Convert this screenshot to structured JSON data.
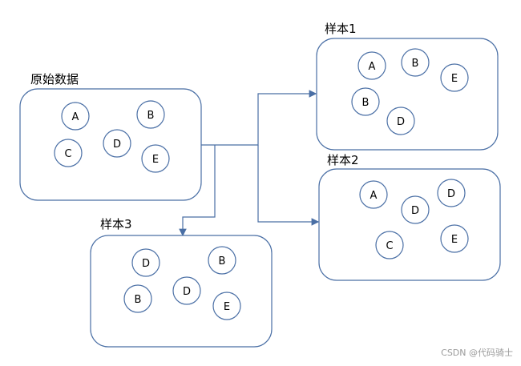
{
  "groups": {
    "original": {
      "label": "原始数据",
      "nodes": [
        "A",
        "B",
        "C",
        "D",
        "E"
      ]
    },
    "sample1": {
      "label": "样本1",
      "nodes": [
        "A",
        "B",
        "E",
        "B",
        "D"
      ]
    },
    "sample2": {
      "label": "样本2",
      "nodes": [
        "A",
        "D",
        "D",
        "C",
        "E"
      ]
    },
    "sample3": {
      "label": "样本3",
      "nodes": [
        "D",
        "B",
        "D",
        "B",
        "E"
      ]
    }
  },
  "watermark": "CSDN @代码骑士",
  "colors": {
    "stroke": "#4a6fa5"
  }
}
